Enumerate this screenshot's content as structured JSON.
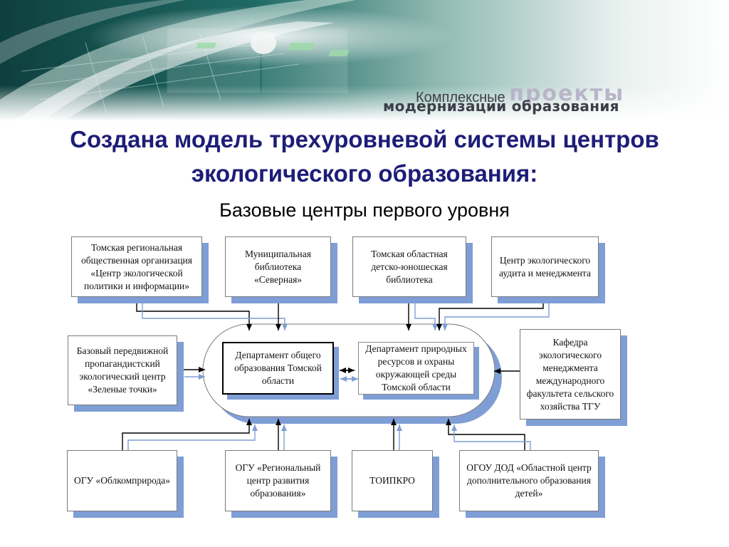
{
  "brand": {
    "line1_small": "Комплексные",
    "line1_big": "проекты",
    "line2": "модернизации образования"
  },
  "title": {
    "line1": "Создана модель трехуровневой системы центров",
    "line2": "экологического образования:"
  },
  "subtitle": "Базовые центры первого уровня",
  "colors": {
    "title": "#1d1d78",
    "shadow": "#7f9ed6",
    "arrow_blue": "#7f9ed6",
    "arrow_black": "#000000"
  },
  "nodes": {
    "top1": "Томская региональная общественная организация «Центр экологической политики и информации»",
    "top2": "Муниципальная библиотека «Северная»",
    "top3": "Томская областная детско-юношеская библиотека",
    "top4": "Центр экологического аудита и менеджмента",
    "left": "Базовый передвижной пропагандистский экологический центр «Зеленые точки»",
    "right": "Кафедра экологического менеджмента международного факультета сельского хозяйства ТГУ",
    "center1": "Департамент общего образования Томской области",
    "center2": "Департамент природных ресурсов и охраны окружающей среды Томской области",
    "bottom1": "ОГУ «Облкомприрода»",
    "bottom2": "ОГУ «Региональный центр развития образования»",
    "bottom3": "ТОИПКРО",
    "bottom4": "ОГОУ ДОД «Областной центр дополнительного образования детей»"
  }
}
